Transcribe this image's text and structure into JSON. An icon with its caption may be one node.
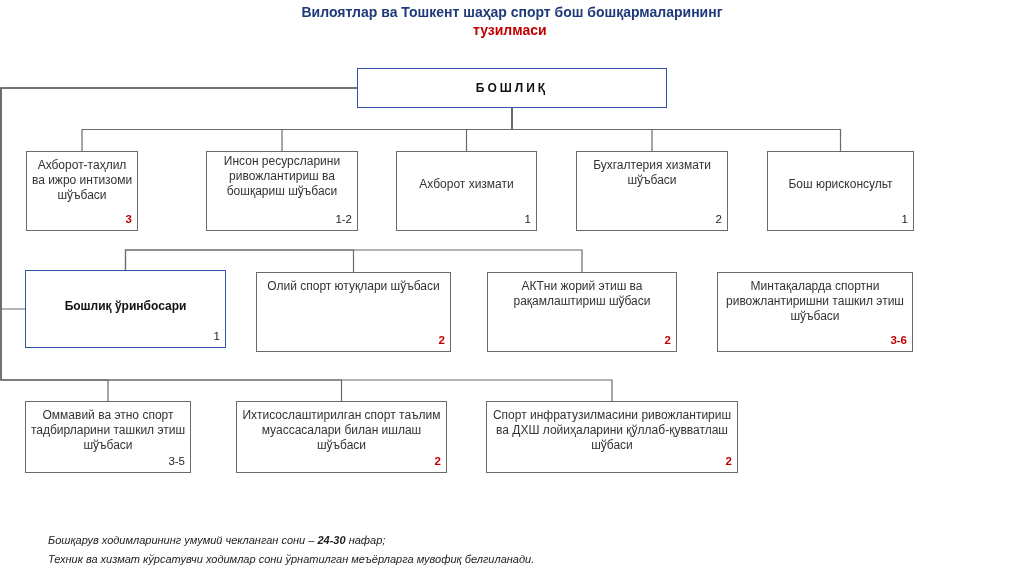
{
  "diagram": {
    "title": "Вилоятлар ва Тошкент шаҳар спорт бош бошқармаларининг тузилмаси",
    "nodes": [
      {
        "text": [
          "БОШЛИҚ"
        ]
      },
      {
        "text": [
          "Ахборот-таҳлил ва ижро интизоми шўъбаси",
          "3"
        ]
      },
      {
        "text": [
          "Инсон ресурсларини ривожлантириш ва бошқариш шўъбаси",
          "1-2"
        ]
      },
      {
        "text": [
          "Ахборот хизмати",
          "1"
        ]
      },
      {
        "text": [
          "Бухгалтерия хизмати шўъбаси",
          "2"
        ]
      },
      {
        "text": [
          "Бош юрисконсульт",
          "1"
        ]
      },
      {
        "text": [
          "Бошлиқ ўринбосари",
          "1"
        ]
      },
      {
        "text": [
          "Олий спорт ютуқлари шўъбаси",
          "2"
        ]
      },
      {
        "text": [
          "АКТни жорий этиш ва рақамлаштириш шўбаси",
          "2"
        ]
      },
      {
        "text": [
          "Минтақаларда спортни ривожлантиришни ташкил этиш шўъбаси",
          "3-6"
        ]
      },
      {
        "text": [
          "Оммавий ва этно спорт тадбирларини ташкил этиш шўъбаси",
          "3-5"
        ]
      },
      {
        "text": [
          "Ихтисослаштирилган спорт таълим муассасалари билан ишлаш шўъбаси",
          "2"
        ]
      },
      {
        "text": [
          "Спорт инфратузилмасини ривожлантириш ва ДХШ лойиҳаларини қўллаб-қувватлаш шўбаси",
          "2"
        ]
      }
    ],
    "edges": [
      {
        "from": 0,
        "to": 1,
        "arrow": "none"
      },
      {
        "from": 0,
        "to": 2,
        "arrow": "none"
      },
      {
        "from": 0,
        "to": 3,
        "arrow": "none"
      },
      {
        "from": 0,
        "to": 4,
        "arrow": "none"
      },
      {
        "from": 0,
        "to": 5,
        "arrow": "none"
      },
      {
        "from": 0,
        "to": 6,
        "arrow": "none"
      },
      {
        "from": 6,
        "to": 7,
        "arrow": "none"
      },
      {
        "from": 6,
        "to": 8,
        "arrow": "none"
      },
      {
        "from": 0,
        "to": 10,
        "arrow": "none"
      },
      {
        "from": 0,
        "to": 11,
        "arrow": "none"
      },
      {
        "from": 0,
        "to": 12,
        "arrow": "none"
      }
    ],
    "labels": [
      "Бошқарув ходимларининг умумий чекланган сони – **24-30** нафар;",
      "Техник ва хизмат кўрсатувчи ходимлар сони ўрнатилган меъёрларга мувофиқ белгиланади."
    ]
  }
}
